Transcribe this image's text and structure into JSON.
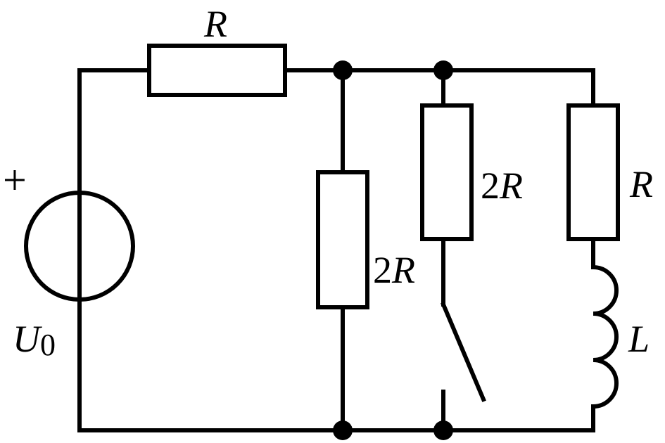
{
  "source": {
    "plus_sign": "+",
    "label_main": "U",
    "label_sub": "0"
  },
  "resistor_top": {
    "label": "R"
  },
  "resistor_mid": {
    "coef": "2",
    "sym": "R"
  },
  "resistor_switch_branch": {
    "coef": "2",
    "sym": "R"
  },
  "resistor_right": {
    "label": "R"
  },
  "inductor": {
    "label": "L"
  },
  "colors": {
    "stroke": "#000000",
    "background": "#ffffff"
  }
}
